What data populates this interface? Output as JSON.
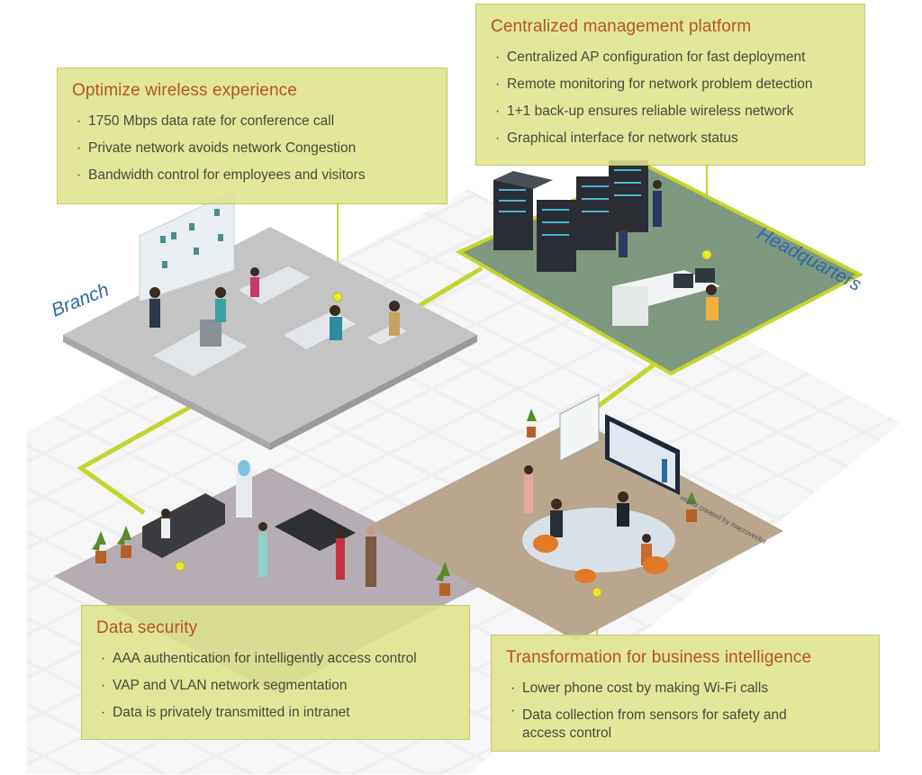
{
  "boxes": {
    "wireless": {
      "title": "Optimize wireless experience",
      "items": [
        "1750 Mbps data rate for conference call",
        "Private network avoids network Congestion",
        "Bandwidth control for employees and visitors"
      ]
    },
    "management": {
      "title": "Centralized management platform",
      "items": [
        "Centralized AP configuration for fast deployment",
        "Remote monitoring for network problem detection",
        "1+1 back-up ensures reliable wireless network",
        "Graphical interface for network status"
      ]
    },
    "security": {
      "title": "Data security",
      "items": [
        "AAA authentication for intelligently access control",
        "VAP and VLAN network segmentation",
        "Data is privately transmitted in intranet"
      ]
    },
    "business": {
      "title": "Transformation for business intelligence",
      "items": [
        "Lower phone cost by making Wi-Fi calls",
        "Data collection from sensors for safety and access control"
      ]
    }
  },
  "labels": {
    "branch": "Branch",
    "headquarters": "Headquarters",
    "credit": "vector created by macrovector"
  },
  "colors": {
    "box_fill": "#dfe48c",
    "title": "#b5541e",
    "connector": "#c4d430",
    "label": "#2c6aa8",
    "hq_floor": "#7e9880",
    "branch_floor": "#c4c4c4",
    "lounge_floor": "#b6acb4",
    "meeting_floor": "#b8a68e"
  }
}
